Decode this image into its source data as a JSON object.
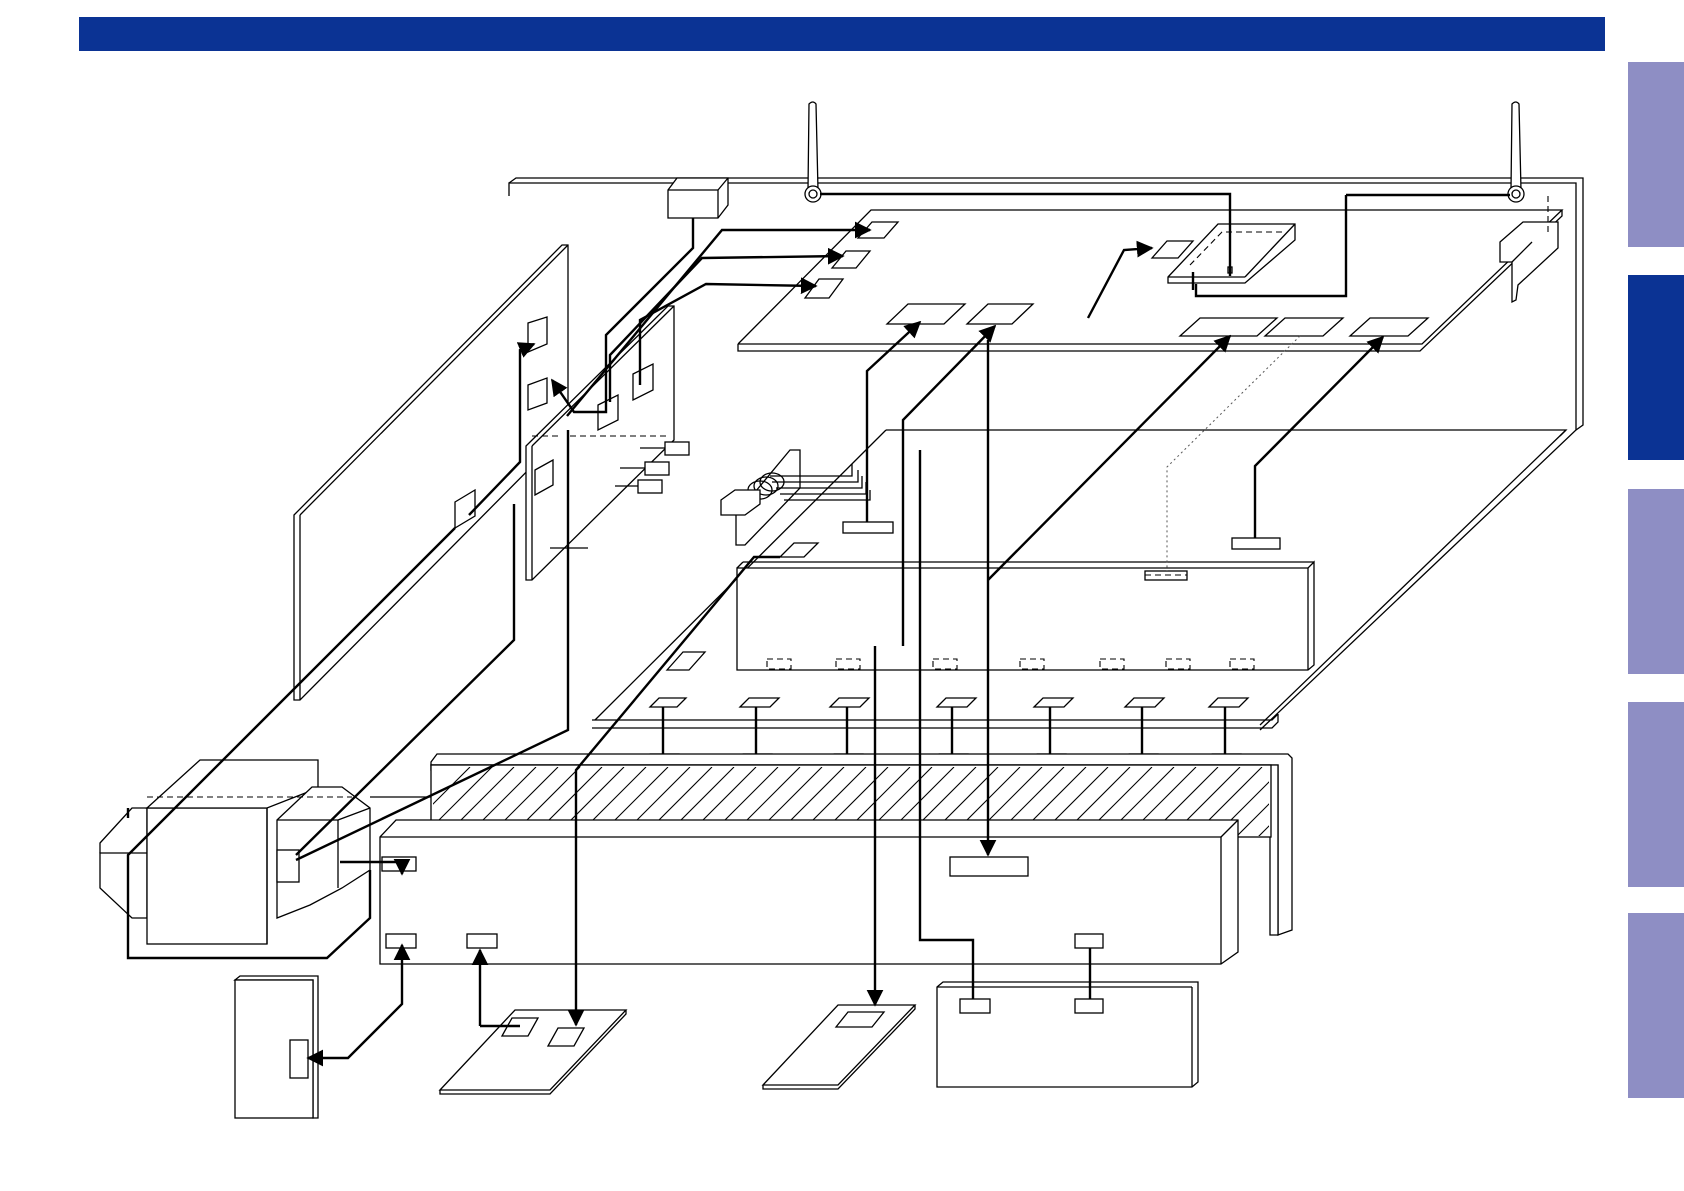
{
  "colors": {
    "header": "#0b3394",
    "tab_active": "#0b3394",
    "tab_inactive": "#8e8ec4",
    "line": "#000000",
    "background": "#ffffff"
  },
  "tabs": [
    {
      "id": "tab-1",
      "active": false
    },
    {
      "id": "tab-2",
      "active": true
    },
    {
      "id": "tab-3",
      "active": false
    },
    {
      "id": "tab-4",
      "active": false
    },
    {
      "id": "tab-5",
      "active": false
    }
  ]
}
